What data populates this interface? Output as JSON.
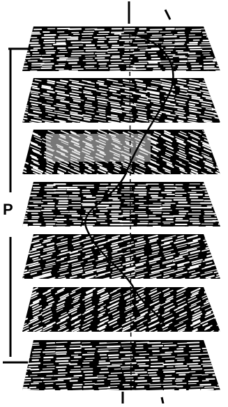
{
  "diagram": {
    "pitch_label": "P",
    "layer_count": 7,
    "colors": {
      "ink": "#000000",
      "paper": "#ffffff",
      "highlight": "#e6e6e6"
    },
    "highlighted_layer": 2
  }
}
